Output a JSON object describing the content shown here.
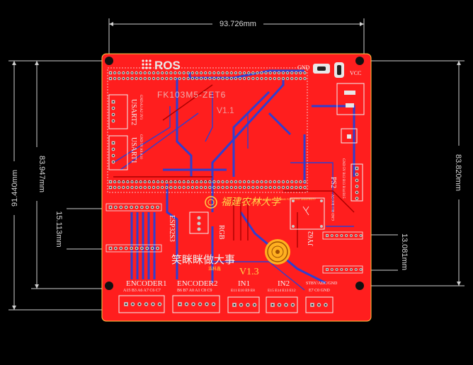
{
  "dimensions": {
    "width": "93.726mm",
    "height_left": "91.440mm",
    "height_inner_left": "83.947mm",
    "height_right": "83.820mm",
    "usart_spacing": "15.113mm",
    "jy62_spacing": "13.081mm"
  },
  "logo": {
    "text": "ROS",
    "icon": "grid-dots-icon"
  },
  "board": {
    "mcu_label": "FK103M5-ZET6",
    "mcu_version": "V1.1",
    "usart2": "USART2",
    "usart2_pins": "GND A3 A2 3V3",
    "usart1": "USART1",
    "usart1_pins": "GND 5V A9 A10",
    "power_gnd": "GND",
    "power_vcc": "VCC",
    "ps2": "PS2",
    "ps2_pins": "GND 5V B12 B13 B14 B15",
    "esp": "ESP32S3",
    "rgb": "RGB",
    "title": "笑眯眯做大事",
    "credit": "浩科鑫",
    "version": "V1.3",
    "university": "福建农林大学",
    "university_en": "FUJIAN AGRICULTURE AND FORESTRY UNIVERSITY",
    "jy62": "JY62",
    "jy62_pins": "GND B11 B10 5V",
    "encoder1": "ENCODER1",
    "encoder1_pins": "A15 B3 A6 A7 C6 C7",
    "encoder2": "ENCODER2",
    "encoder2_pins": "B6 B7 A0 A1 C8 C9",
    "in1": "IN1",
    "in1_pins": "E11 E10 E9 E8",
    "in2": "IN2",
    "in2_pins": "E15 E14 E13 E12",
    "stby": "STBY/ADC/GND",
    "stby_pins": "E7 C0 GND"
  },
  "colors": {
    "board": "#ff1e1e",
    "silk": "#f2f2f2",
    "trace_bottom": "#2f3fd0",
    "background": "#000000"
  }
}
